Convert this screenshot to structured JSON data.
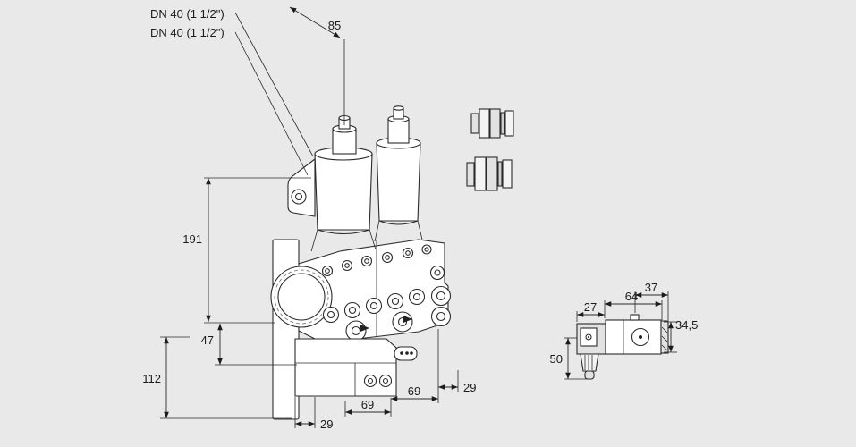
{
  "colors": {
    "background": "#e9e9e9",
    "ink": "#1b1b1b",
    "fill": "#ffffff"
  },
  "callouts": {
    "dn_top": "DN 40 (1 1/2\")",
    "dn_bottom": "DN 40 (1 1/2\")"
  },
  "main_dimensions": {
    "d85": "85",
    "d191": "191",
    "d47": "47",
    "d112": "112",
    "d29_left": "29",
    "d69_left": "69",
    "d69_right": "69",
    "d29_right": "29"
  },
  "pilot_dimensions": {
    "d27": "27",
    "d64": "64",
    "d37": "37",
    "d50": "50",
    "d34_5": "34,5"
  }
}
